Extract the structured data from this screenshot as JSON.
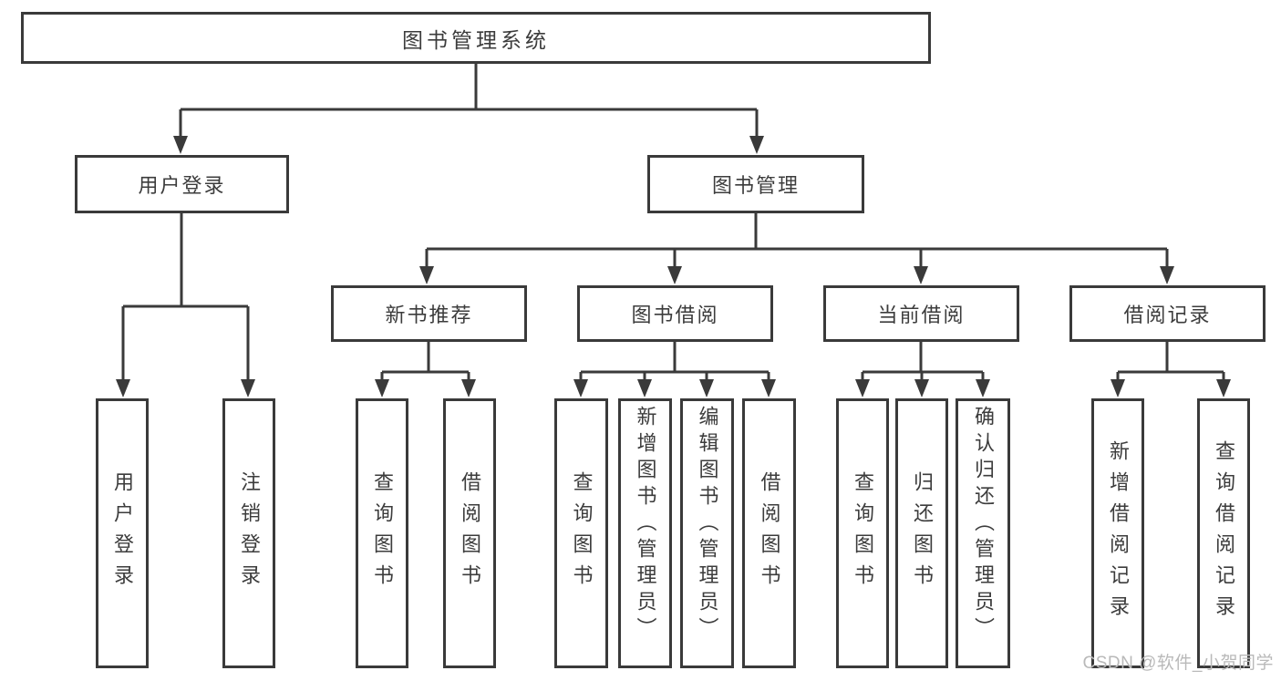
{
  "colors": {
    "line": "#3a3a3a",
    "text": "#3c3c3c",
    "box_bg": "#ffffff",
    "page_bg": "#ffffff",
    "watermark": "#b9b9b9"
  },
  "watermark": {
    "text": "CSDN @软件_小贺同学"
  },
  "tree": {
    "root": {
      "label": "图书管理系统"
    },
    "children": [
      {
        "label": "用户登录",
        "children": [
          {
            "label": "用户登录"
          },
          {
            "label": "注销登录"
          }
        ]
      },
      {
        "label": "图书管理",
        "children": [
          {
            "label": "新书推荐",
            "children": [
              {
                "label": "查询图书"
              },
              {
                "label": "借阅图书"
              }
            ]
          },
          {
            "label": "图书借阅",
            "children": [
              {
                "label": "查询图书"
              },
              {
                "label": "新增图书（管理员）"
              },
              {
                "label": "编辑图书（管理员）"
              },
              {
                "label": "借阅图书"
              }
            ]
          },
          {
            "label": "当前借阅",
            "children": [
              {
                "label": "查询图书"
              },
              {
                "label": "归还图书"
              },
              {
                "label": "确认归还（管理员）"
              }
            ]
          },
          {
            "label": "借阅记录",
            "children": [
              {
                "label": "新增借阅记录"
              },
              {
                "label": "查询借阅记录"
              }
            ]
          }
        ]
      }
    ]
  }
}
